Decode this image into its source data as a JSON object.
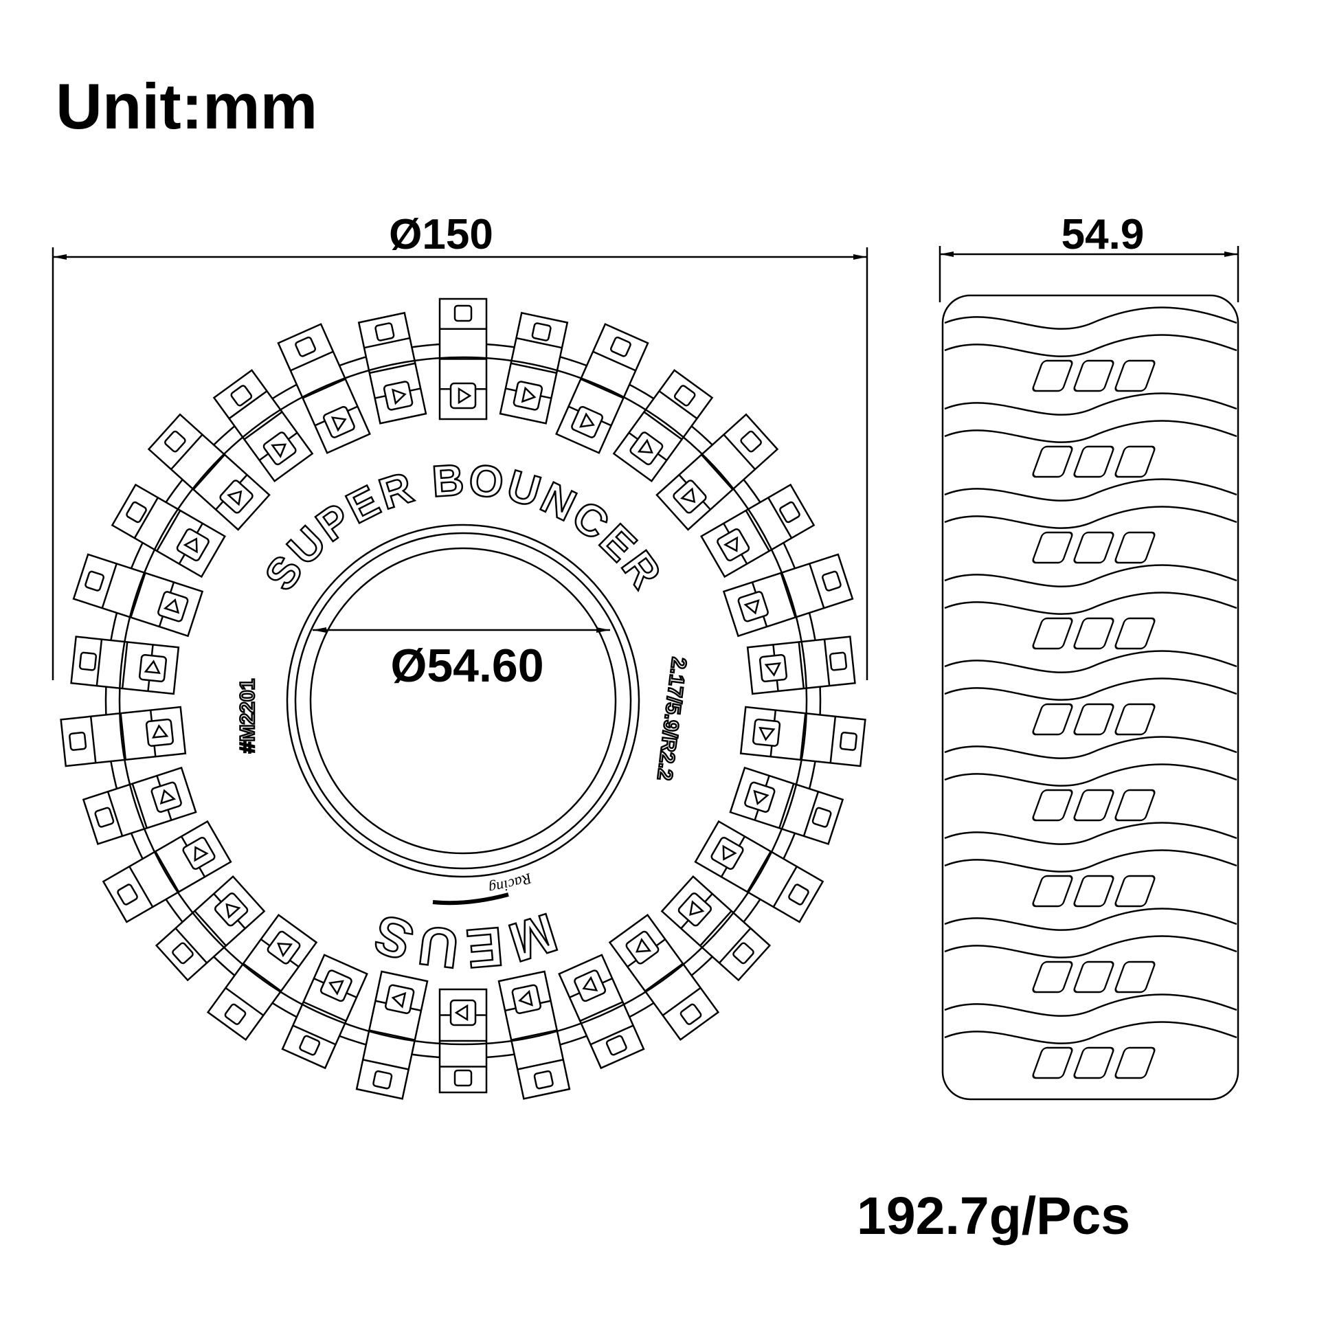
{
  "unit_label": "Unit:mm",
  "dimensions": {
    "outer_diameter": "Ø150",
    "inner_diameter": "Ø54.60",
    "width": "54.9"
  },
  "weight_label": "192.7g/Pcs",
  "sidewall": {
    "model_name": "SUPER BOUNCER",
    "brand": "MEUS",
    "brand_sub": "Racing",
    "part_number": "#M2201",
    "size_code": "2.17/5.9/R2.2"
  },
  "line_color": "#000000",
  "background_color": "#ffffff"
}
